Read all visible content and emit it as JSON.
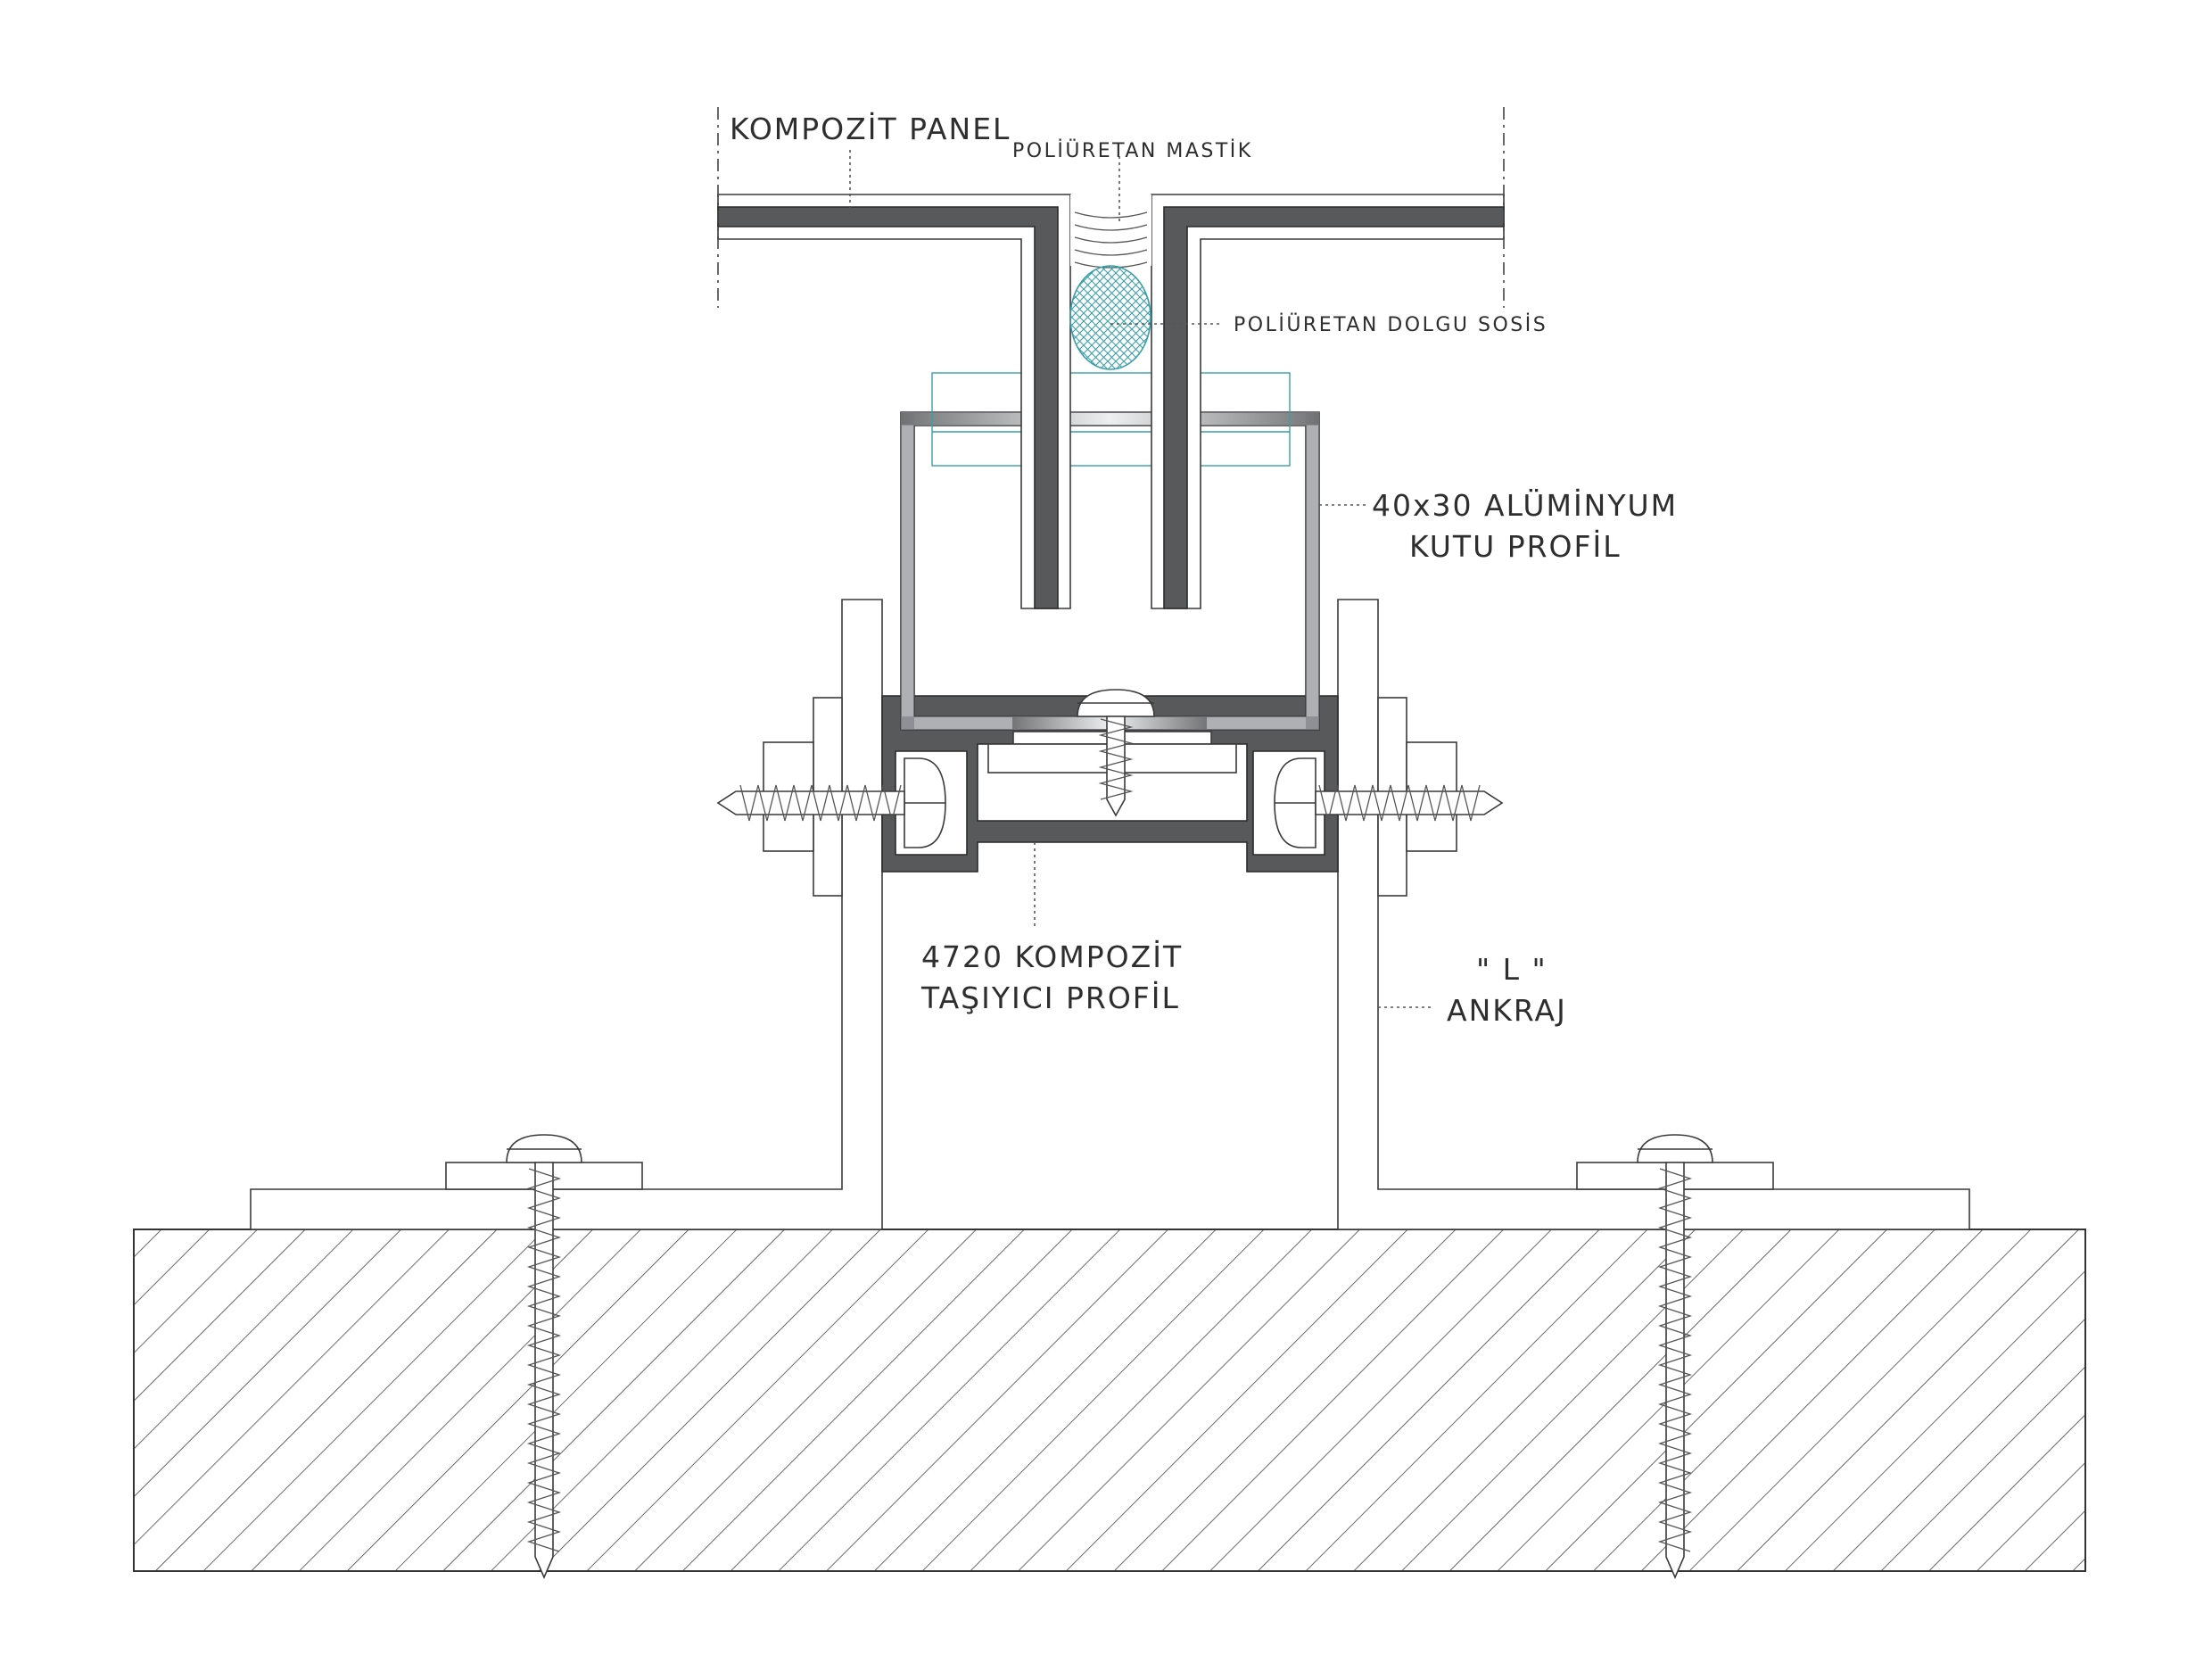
{
  "labels": {
    "kompozit_panel": "KOMPOZİT PANEL",
    "poliuretan_mastik": "POLİÜRETAN MASTİK",
    "poliuretan_dolgu_sosis": "POLİÜRETAN DOLGU SOSİS",
    "aluminyum_line1": "40x30 ALÜMİNYUM",
    "aluminyum_line2": "KUTU PROFİL",
    "tasiyici_line1": "4720 KOMPOZİT",
    "tasiyici_line2": "TAŞIYICI PROFİL",
    "ankraj_line1": "\" L \"",
    "ankraj_line2": "ANKRAJ"
  },
  "colors": {
    "profile_dark": "#58595b",
    "line": "#3a3a3a",
    "sealant_teal": "#3a9ea8",
    "background": "#ffffff"
  }
}
